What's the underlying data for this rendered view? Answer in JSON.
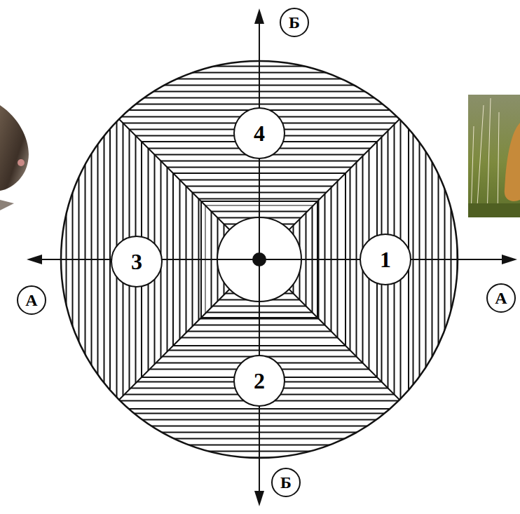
{
  "diagram": {
    "nodes": [
      {
        "text": [
          "Б"
        ]
      },
      {
        "text": [
          "4"
        ]
      },
      {
        "text": [
          "3"
        ]
      },
      {
        "text": [
          "1"
        ]
      },
      {
        "text": [
          "А"
        ]
      },
      {
        "text": [
          "А"
        ]
      },
      {
        "text": [
          "2"
        ]
      },
      {
        "text": [
          "Б"
        ]
      }
    ]
  }
}
